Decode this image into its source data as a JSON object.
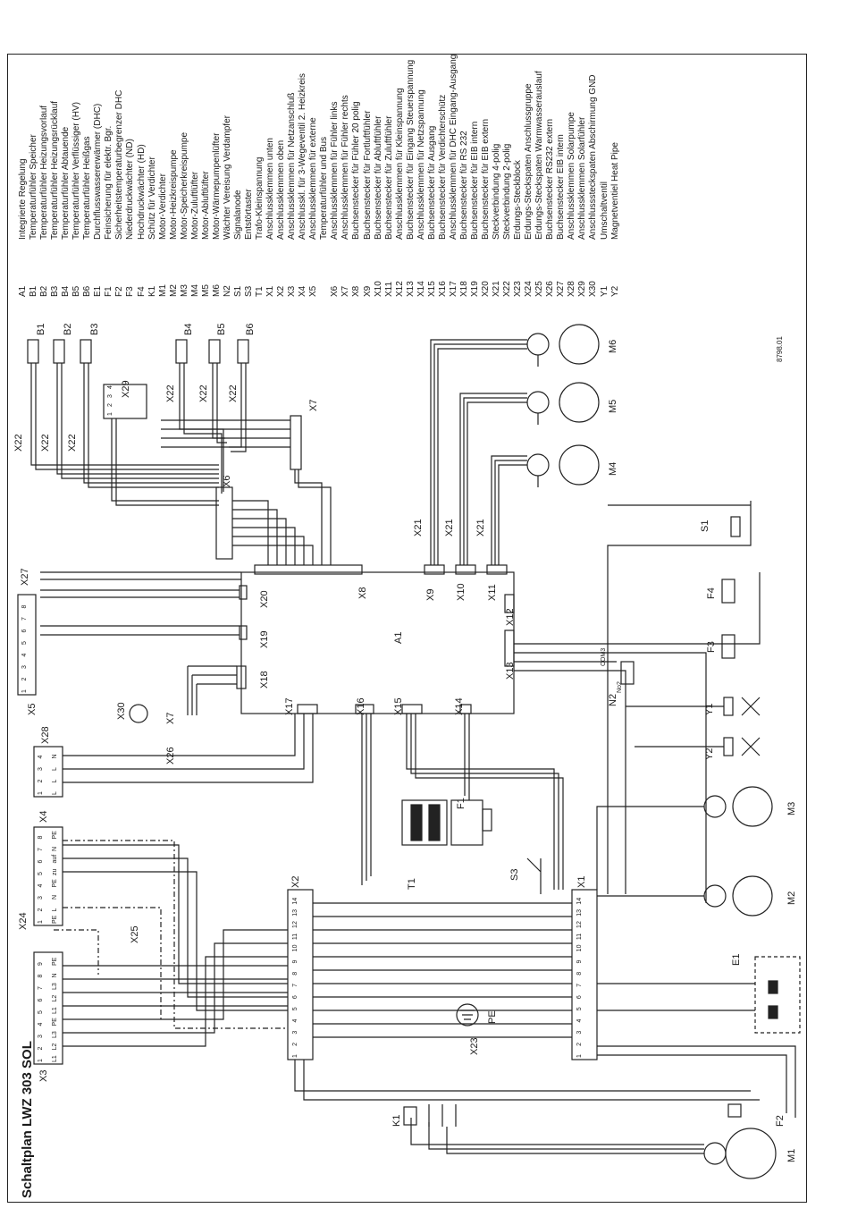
{
  "title": "Schaltplan LWZ 303 SOL",
  "document_id": "8798.01",
  "legend": [
    {
      "code": "A1",
      "text": "Integrierte Regelung"
    },
    {
      "code": "B1",
      "text": "Temperaturfühler Speicher"
    },
    {
      "code": "B2",
      "text": "Temperaturfühler Heizungsvorlauf"
    },
    {
      "code": "B3",
      "text": "Temperaturfühler Heizungsrücklauf"
    },
    {
      "code": "B4",
      "text": "Temperaturfühler Abtauende"
    },
    {
      "code": "B5",
      "text": "Temperaturfühler Verflüssiger (HV)"
    },
    {
      "code": "B6",
      "text": "Temperaturfühler Heißgas"
    },
    {
      "code": "E1",
      "text": "Durchflusswassererwärmer (DHC)"
    },
    {
      "code": "F1",
      "text": "Feinsicherung für elektr. Bgr."
    },
    {
      "code": "F2",
      "text": "Sicherheitstemperaturbegrenzer DHC"
    },
    {
      "code": "F3",
      "text": "Niederdruckwächter (ND)"
    },
    {
      "code": "F4",
      "text": "Hochdruckwächter (HD)"
    },
    {
      "code": "K1",
      "text": "Schütz für Verdichter"
    },
    {
      "code": "M1",
      "text": "Motor-Verdichter"
    },
    {
      "code": "M2",
      "text": "Motor-Heizkreispumpe"
    },
    {
      "code": "M3",
      "text": "Motor-Speicherkreispumpe"
    },
    {
      "code": "M4",
      "text": "Motor-Zuluftlüfter"
    },
    {
      "code": "M5",
      "text": "Motor-Abluftlüfter"
    },
    {
      "code": "M6",
      "text": "Motor-Wärmepumpenlüfter"
    },
    {
      "code": "N2",
      "text": "Wächter Vereisung Verdampfer"
    },
    {
      "code": "S1",
      "text": "Signalanode"
    },
    {
      "code": "S3",
      "text": "Entstörtaster"
    },
    {
      "code": "T1",
      "text": "Trafo-Kleinspannung"
    },
    {
      "code": "X1",
      "text": "Anschlussklemmen unten"
    },
    {
      "code": "X2",
      "text": "Anschlussklemmen oben"
    },
    {
      "code": "X3",
      "text": "Anschlussklemmen für Netzanschluß"
    },
    {
      "code": "X4",
      "text": "Anschlusskl. für 3-Wegeventil 2. Heizkreis"
    },
    {
      "code": "X5",
      "text": "Anschlussklemmen für externe"
    },
    {
      "code": "",
      "text": "Temperaturfühler und Bus"
    },
    {
      "code": "X6",
      "text": "Anschlussklemmen für Fühler links"
    },
    {
      "code": "X7",
      "text": "Anschlussklemmen für Fühler rechts"
    },
    {
      "code": "X8",
      "text": "Buchsenstecker für Fühler 20 polig"
    },
    {
      "code": "X9",
      "text": "Buchsenstecker für Fortluftfühler"
    },
    {
      "code": "X10",
      "text": "Buchsenstecker für Abluftfühler"
    },
    {
      "code": "X11",
      "text": "Buchsenstecker für Zuluftfühler"
    },
    {
      "code": "X12",
      "text": "Anschlussklemmen für Kleinspannung"
    },
    {
      "code": "X13",
      "text": "Buchsenstecker für Eingang Steuerspannung"
    },
    {
      "code": "X14",
      "text": "Anschlussklemmen für Netzspannung"
    },
    {
      "code": "X15",
      "text": "Buchsenstecker für Ausgang"
    },
    {
      "code": "X16",
      "text": "Buchsenstecker für Verdichterschütz"
    },
    {
      "code": "X17",
      "text": "Anschlussklemmen für DHC Eingang-Ausgang"
    },
    {
      "code": "X18",
      "text": "Buchsenstecker für RS 232"
    },
    {
      "code": "X19",
      "text": "Buchsenstecker für EIB intern"
    },
    {
      "code": "X20",
      "text": "Buchsenstecker für EIB extern"
    },
    {
      "code": "X21",
      "text": "Steckverbindung 4-polig"
    },
    {
      "code": "X22",
      "text": "Steckverbindung 2-polig"
    },
    {
      "code": "X23",
      "text": "Erdungs-Steckblock"
    },
    {
      "code": "X24",
      "text": "Erdungs-Steckspaten Anschlussgruppe"
    },
    {
      "code": "X25",
      "text": "Erdungs-Steckspaten Warmwasserauslauf"
    },
    {
      "code": "X26",
      "text": "Buchsenstecker RS232 extern"
    },
    {
      "code": "X27",
      "text": "Buchsenstecker EIB intern"
    },
    {
      "code": "X28",
      "text": "Anschlussklemmen Solarpumpe"
    },
    {
      "code": "X29",
      "text": "Anschlussklemmen Solarfühler"
    },
    {
      "code": "X30",
      "text": "Anschlusssteckspaten Abschirmung GND"
    },
    {
      "code": "Y1",
      "text": "Umschaltventil"
    },
    {
      "code": "Y2",
      "text": "Magnetventiel Heat Pipe"
    }
  ],
  "labels": {
    "A1": "A1",
    "B1": "B1",
    "B2": "B2",
    "B3": "B3",
    "B4": "B4",
    "B5": "B5",
    "B6": "B6",
    "X22": "X22",
    "X29": "X29",
    "X7": "X7",
    "X6": "X6",
    "X27": "X27",
    "X8": "X8",
    "X5": "X5",
    "X20": "X20",
    "X19": "X19",
    "X18": "X18",
    "X30": "X30",
    "X26": "X26",
    "X28": "X28",
    "X17": "X17",
    "X16": "X16",
    "X15": "X15",
    "X14": "X14",
    "X9": "X9",
    "X10": "X10",
    "X11": "X11",
    "X12": "X12",
    "X13": "X13",
    "X21": "X21",
    "M1": "M1",
    "M2": "M2",
    "M3": "M3",
    "M4": "M4",
    "M5": "M5",
    "M6": "M6",
    "S1": "S1",
    "S3": "S3",
    "F1": "F1",
    "F2": "F2",
    "F3": "F3",
    "F4": "F4",
    "N2": "N2",
    "Y1": "Y1",
    "Y2": "Y2",
    "T1": "T1",
    "K1": "K1",
    "E1": "E1",
    "X1": "X1",
    "X2": "X2",
    "X3": "X3",
    "X4": "X4",
    "X23": "X23",
    "X24": "X24",
    "X25": "X25",
    "PE": "PE",
    "COM3": "COM3",
    "No2": "No2"
  },
  "terminals": {
    "x3": [
      "1",
      "2",
      "3",
      "4",
      "5",
      "6",
      "7",
      "8",
      "9"
    ],
    "x3_sub": [
      "L1",
      "L2",
      "L3",
      "PE",
      "L1",
      "L2",
      "L3",
      "N",
      "PE"
    ],
    "x4": [
      "1",
      "2",
      "3",
      "4",
      "5",
      "6",
      "7",
      "8"
    ],
    "x4_sub": [
      "PE",
      "L",
      "N",
      "PE",
      "zu",
      "auf",
      "N",
      "PE"
    ],
    "x28": [
      "1",
      "2",
      "3",
      "4"
    ],
    "x28_sub": [
      "L",
      "L",
      "L",
      "N"
    ],
    "x5": [
      "1",
      "2",
      "3",
      "4",
      "5",
      "6",
      "7",
      "8"
    ],
    "x1": [
      "1",
      "2",
      "3",
      "4",
      "5",
      "6",
      "7",
      "8",
      "9",
      "10",
      "11",
      "12",
      "13",
      "14"
    ],
    "x2": [
      "1",
      "2",
      "3",
      "4",
      "5",
      "6",
      "7",
      "8",
      "9",
      "10",
      "11",
      "12",
      "13",
      "14"
    ],
    "x29": [
      "1",
      "2",
      "3",
      "4"
    ]
  },
  "colors": {
    "line": "#222222",
    "background": "#ffffff"
  }
}
